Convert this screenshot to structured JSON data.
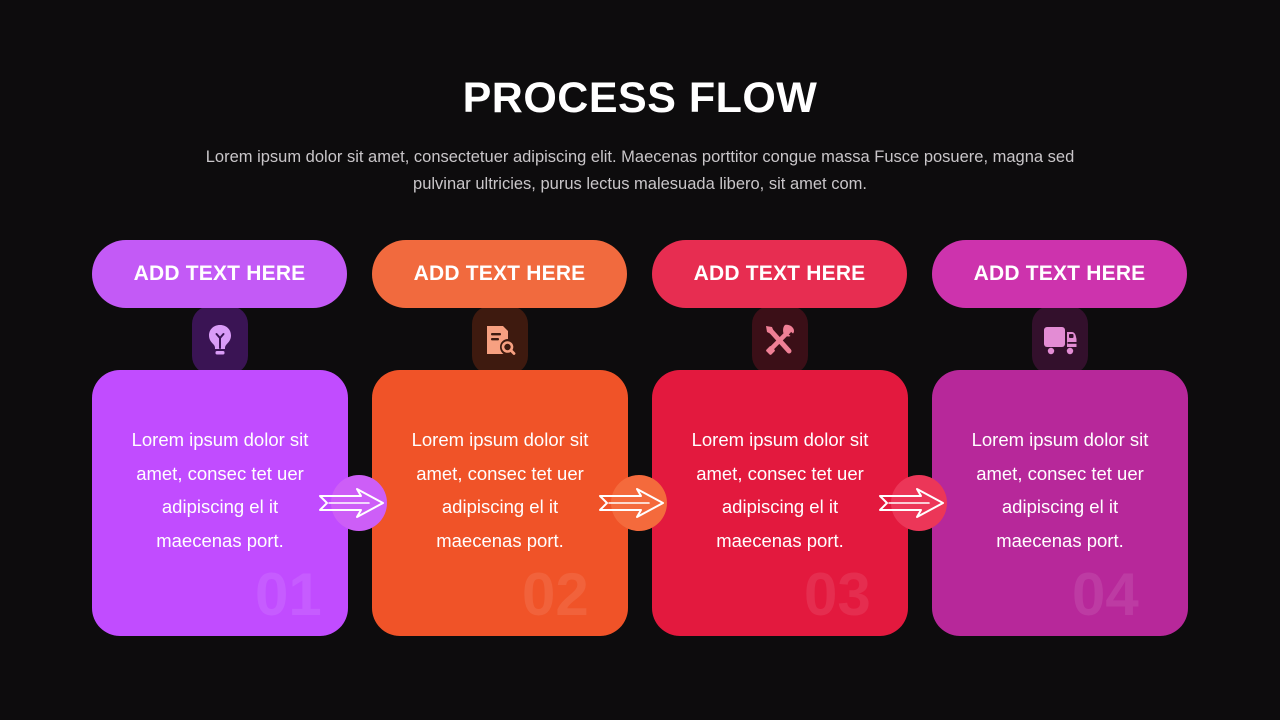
{
  "title": "PROCESS FLOW",
  "subtitle": "Lorem ipsum dolor sit amet, consectetuer adipiscing elit. Maecenas porttitor congue massa Fusce posuere, magna sed pulvinar ultricies, purus lectus malesuada libero, sit amet com.",
  "steps": [
    {
      "header": "ADD TEXT HERE",
      "icon": "lightbulb-icon",
      "body": "Lorem ipsum dolor sit amet, consec tet uer adipiscing el it maecenas port.",
      "number": "01",
      "header_color": "#c35af6",
      "body_color": "#c14cff",
      "neck_color": "#3a1454",
      "icon_color": "#d99cf7"
    },
    {
      "header": "ADD TEXT HERE",
      "icon": "document-search-icon",
      "body": "Lorem ipsum dolor sit amet, consec tet uer adipiscing el it maecenas port.",
      "number": "02",
      "header_color": "#f16a3e",
      "body_color": "#f05328",
      "neck_color": "#3e1a0f",
      "icon_color": "#f7a081"
    },
    {
      "header": "ADD TEXT HERE",
      "icon": "tools-icon",
      "body": "Lorem ipsum dolor sit amet, consec tet uer adipiscing el it maecenas port.",
      "number": "03",
      "header_color": "#e72d51",
      "body_color": "#e3193e",
      "neck_color": "#3b0f17",
      "icon_color": "#ef7f95"
    },
    {
      "header": "ADD TEXT HERE",
      "icon": "delivery-truck-icon",
      "body": "Lorem ipsum dolor sit amet, consec tet uer adipiscing el it maecenas port.",
      "number": "04",
      "header_color": "#cd33ad",
      "body_color": "#b7289a",
      "neck_color": "#33102c",
      "icon_color": "#e38cd4"
    }
  ],
  "connectors": [
    {
      "icon": "arrow-right-icon",
      "circle_color": "#cd5ef7"
    },
    {
      "icon": "arrow-right-icon",
      "circle_color": "#f46a3c"
    },
    {
      "icon": "arrow-right-icon",
      "circle_color": "#ec3658"
    }
  ],
  "colors": {
    "background": "#0d0c0d",
    "title": "#ffffff",
    "subtitle": "#c9c6c9"
  }
}
